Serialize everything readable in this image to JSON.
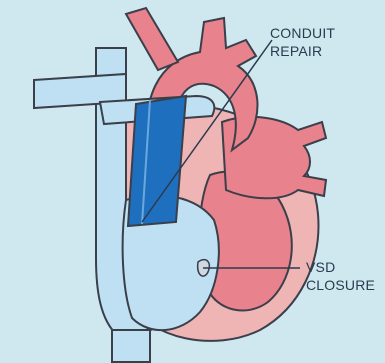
{
  "labels": {
    "conduit": [
      "CONDUIT",
      "REPAIR"
    ],
    "vsd": [
      "VSD",
      "CLOSURE"
    ]
  },
  "colors": {
    "background": "#cfe8ef",
    "outline": "#3a3f4a",
    "aorta_red": "#e8828c",
    "chamber_pink": "#efb5b5",
    "vein_blue": "#bfe0f2",
    "conduit_blue": "#1f6fbf",
    "leader_line": "#2a3b4e"
  }
}
